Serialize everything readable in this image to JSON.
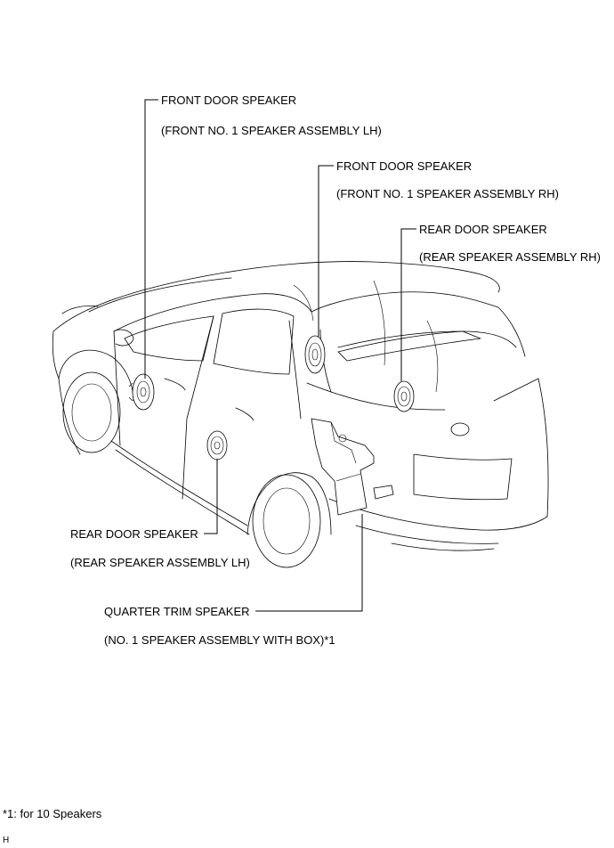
{
  "labels": {
    "front_lh_title": "FRONT DOOR SPEAKER",
    "front_lh_part": "(FRONT NO. 1 SPEAKER ASSEMBLY LH)",
    "front_rh_title": "FRONT DOOR SPEAKER",
    "front_rh_part": "(FRONT NO. 1 SPEAKER ASSEMBLY RH)",
    "rear_rh_title": "REAR DOOR SPEAKER",
    "rear_rh_part": "(REAR SPEAKER ASSEMBLY RH)",
    "rear_lh_title": "REAR DOOR SPEAKER",
    "rear_lh_part": "(REAR SPEAKER ASSEMBLY LH)",
    "quarter_title": "QUARTER TRIM SPEAKER",
    "quarter_part": "(NO. 1 SPEAKER ASSEMBLY WITH BOX)*1"
  },
  "footnote": "*1: for 10 Speakers",
  "corner_mark": "H"
}
